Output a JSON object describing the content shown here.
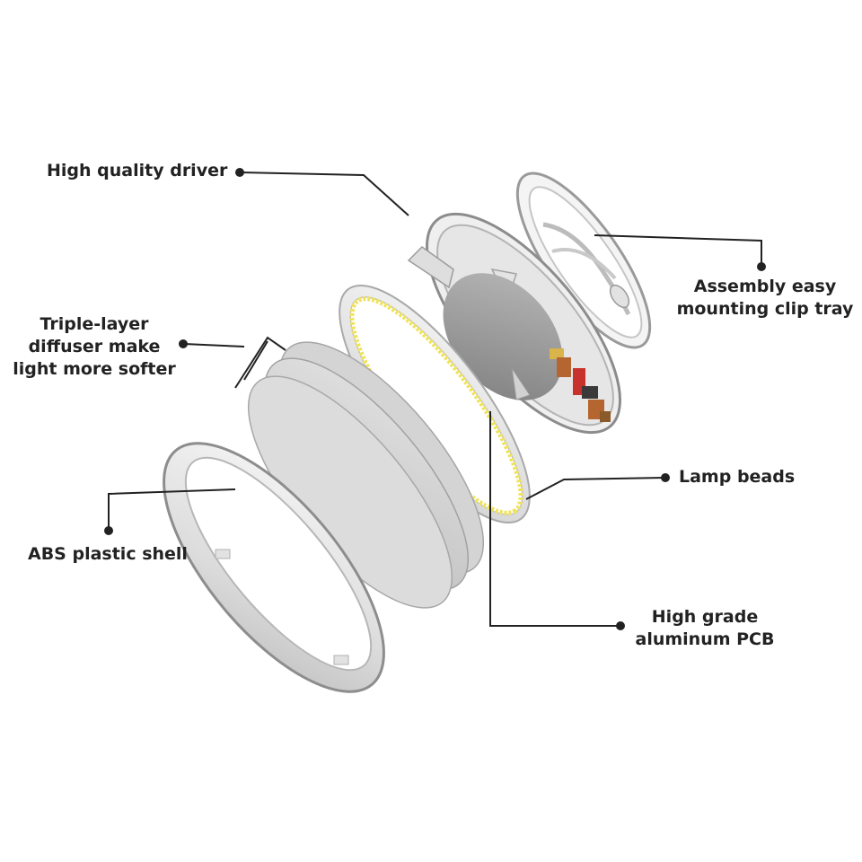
{
  "diagram": {
    "colors": {
      "line": "#222222",
      "text": "#222222",
      "shell": "#e9e9e9",
      "diffuser": "#d6d6d6",
      "beads": "#f0e35a",
      "driver_disc": "#9c9c9c",
      "copper": "#b5652f",
      "red": "#c8322d"
    },
    "labels": {
      "driver": "High quality driver",
      "clip_tray": [
        "Assembly easy",
        "mounting clip tray"
      ],
      "diffuser": [
        "Triple-layer",
        "diffuser make",
        "light more softer"
      ],
      "lamp_beads": "Lamp beads",
      "shell": "ABS plastic shell",
      "pcb": [
        "High grade",
        "aluminum PCB"
      ]
    }
  }
}
